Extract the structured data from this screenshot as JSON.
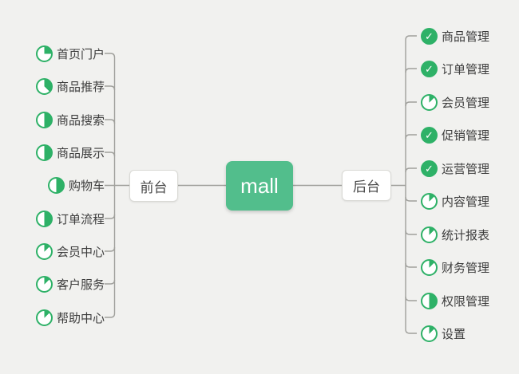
{
  "root": {
    "label": "mall"
  },
  "branches": {
    "left": {
      "label": "前台",
      "items": [
        {
          "label": "首页门户",
          "icon": "pie",
          "progress": 0.25
        },
        {
          "label": "商品推荐",
          "icon": "pie",
          "progress": 0.375
        },
        {
          "label": "商品搜索",
          "icon": "pie",
          "progress": 0.5
        },
        {
          "label": "商品展示",
          "icon": "pie",
          "progress": 0.5
        },
        {
          "label": "购物车",
          "icon": "pie",
          "progress": 0.5
        },
        {
          "label": "订单流程",
          "icon": "pie",
          "progress": 0.5
        },
        {
          "label": "会员中心",
          "icon": "pie",
          "progress": 0.125
        },
        {
          "label": "客户服务",
          "icon": "pie",
          "progress": 0.125
        },
        {
          "label": "帮助中心",
          "icon": "pie",
          "progress": 0.125
        }
      ]
    },
    "right": {
      "label": "后台",
      "items": [
        {
          "label": "商品管理",
          "icon": "check"
        },
        {
          "label": "订单管理",
          "icon": "check"
        },
        {
          "label": "会员管理",
          "icon": "pie",
          "progress": 0.125
        },
        {
          "label": "促销管理",
          "icon": "check"
        },
        {
          "label": "运营管理",
          "icon": "check"
        },
        {
          "label": "内容管理",
          "icon": "pie",
          "progress": 0.125
        },
        {
          "label": "统计报表",
          "icon": "pie",
          "progress": 0.125
        },
        {
          "label": "财务管理",
          "icon": "pie",
          "progress": 0.125
        },
        {
          "label": "权限管理",
          "icon": "pie",
          "progress": 0.5
        },
        {
          "label": "设置",
          "icon": "pie",
          "progress": 0.125
        }
      ]
    }
  },
  "colors": {
    "accent_green": "#2EB167",
    "root_green": "#52BE8C",
    "connector_gray": "#A0A09C",
    "background": "#F1F1EF"
  }
}
